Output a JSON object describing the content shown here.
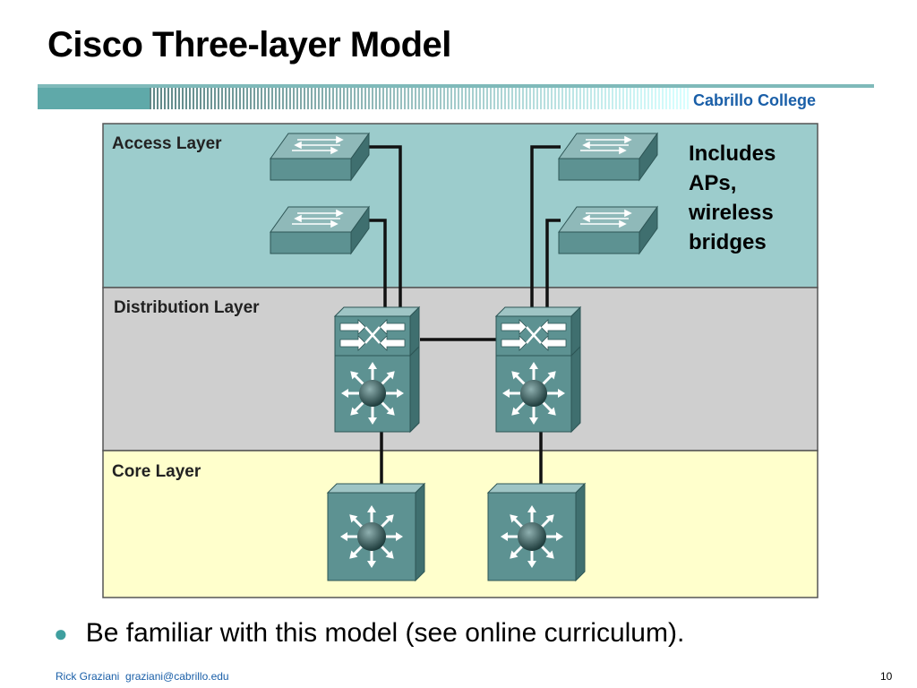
{
  "slide": {
    "title": "Cisco Three-layer Model",
    "organization": "Cabrillo College",
    "author": "Rick Graziani",
    "email": "graziani@cabrillo.edu",
    "page_number": "10"
  },
  "diagram": {
    "layers": [
      {
        "label": "Access Layer",
        "color": "#9ccccc"
      },
      {
        "label": "Distribution Layer",
        "color": "#cfcfcf"
      },
      {
        "label": "Core Layer",
        "color": "#ffffcc"
      }
    ],
    "note_lines": [
      "Includes",
      "APs,",
      "wireless",
      "bridges"
    ],
    "devices": {
      "access": [
        "workgroup-switch-icon",
        "workgroup-switch-icon",
        "workgroup-switch-icon",
        "workgroup-switch-icon"
      ],
      "distribution": [
        "multilayer-switch-icon",
        "multilayer-switch-icon"
      ],
      "core": [
        "router-switch-icon",
        "router-switch-icon"
      ]
    },
    "device_color": "#5d9292"
  },
  "bullets": [
    "Be familiar with this model (see online curriculum)."
  ]
}
